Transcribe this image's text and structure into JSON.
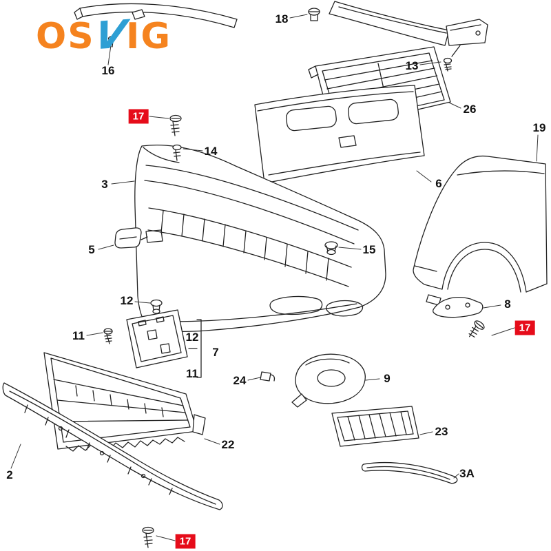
{
  "logo": {
    "part1": "OS",
    "part2": "V",
    "part3": "IG"
  },
  "colors": {
    "logo_orange": "#f5831f",
    "logo_blue": "#2e9fd4",
    "highlight_red": "#e60c1a",
    "line": "#222222"
  },
  "labels": {
    "l16": {
      "text": "16"
    },
    "l18": {
      "text": "18"
    },
    "l13": {
      "text": "13"
    },
    "l26": {
      "text": "26"
    },
    "l6": {
      "text": "6"
    },
    "l19": {
      "text": "19"
    },
    "l17a": {
      "text": "17"
    },
    "l14": {
      "text": "14"
    },
    "l3": {
      "text": "3"
    },
    "l5": {
      "text": "5"
    },
    "l15": {
      "text": "15"
    },
    "l12a": {
      "text": "12"
    },
    "l11a": {
      "text": "11"
    },
    "l12b": {
      "text": "12"
    },
    "l7": {
      "text": "7"
    },
    "l11b": {
      "text": "11"
    },
    "l24": {
      "text": "24"
    },
    "l9": {
      "text": "9"
    },
    "l8": {
      "text": "8"
    },
    "l17b": {
      "text": "17"
    },
    "l22": {
      "text": "22"
    },
    "l23": {
      "text": "23"
    },
    "l3a": {
      "text": "3A"
    },
    "l2": {
      "text": "2"
    },
    "l17c": {
      "text": "17"
    }
  }
}
